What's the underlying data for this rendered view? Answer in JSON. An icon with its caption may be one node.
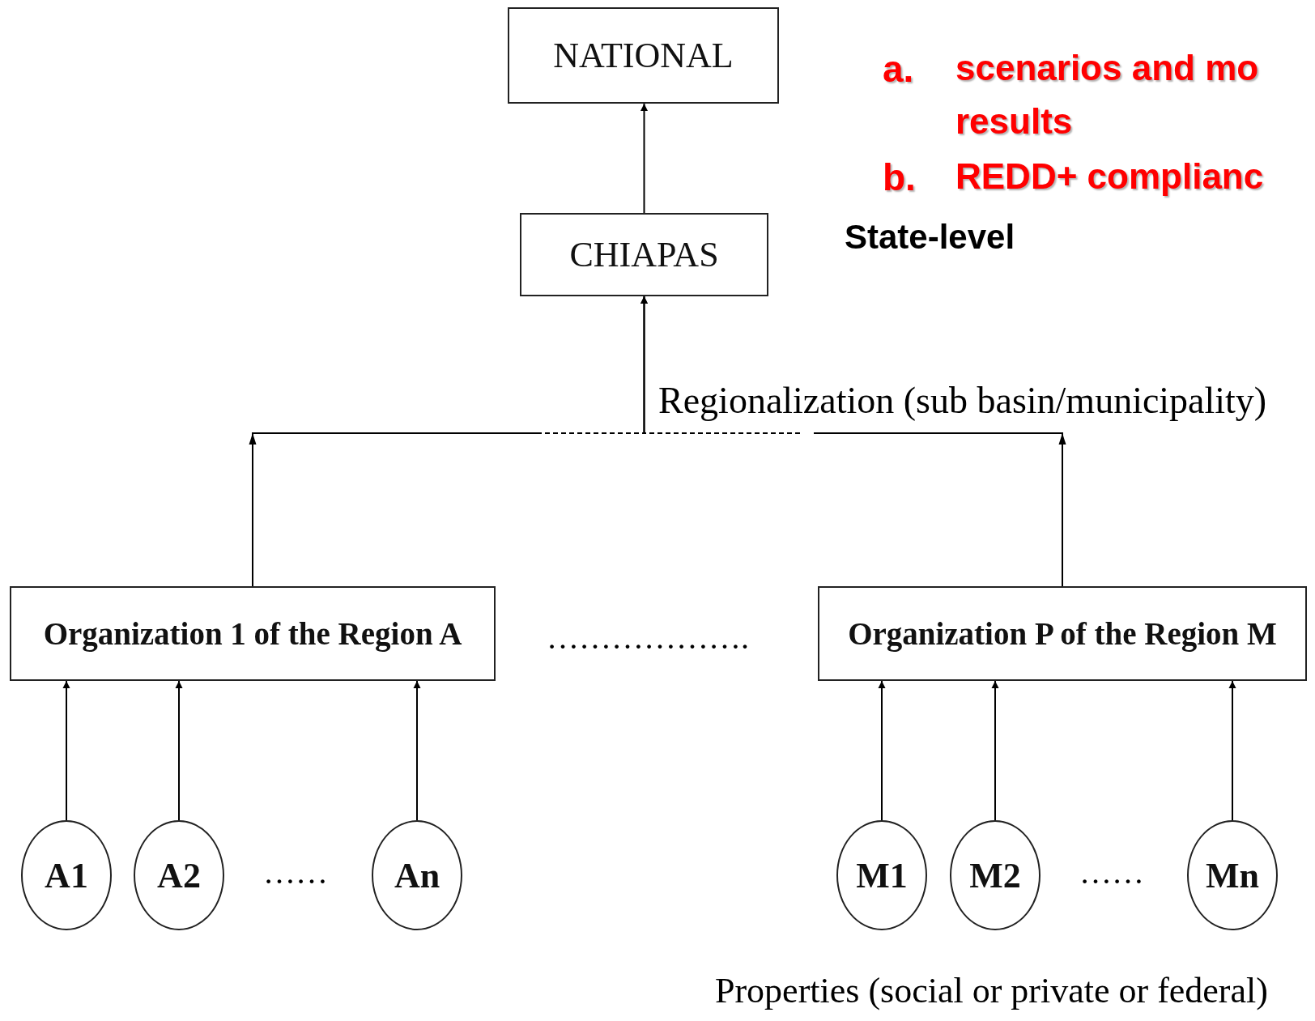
{
  "diagram": {
    "nodes": [
      {
        "text": [
          "NATIONAL"
        ]
      },
      {
        "text": [
          "CHIAPAS"
        ]
      },
      {
        "text": [
          "Organization 1 of the Region A"
        ]
      },
      {
        "text": [
          "Organization P of the Region M"
        ]
      },
      {
        "text": [
          "A1"
        ]
      },
      {
        "text": [
          "A2"
        ]
      },
      {
        "text": [
          "An"
        ]
      },
      {
        "text": [
          "M1"
        ]
      },
      {
        "text": [
          "M2"
        ]
      },
      {
        "text": [
          "Mn"
        ]
      }
    ],
    "edges": [
      {
        "from": 1,
        "to": 0,
        "arrow": "to"
      },
      {
        "from": 2,
        "to": 1,
        "arrow": "to",
        "style": "dashed"
      },
      {
        "from": 3,
        "to": 1,
        "arrow": "to",
        "style": "dashed"
      },
      {
        "from": 4,
        "to": 2,
        "arrow": "to"
      },
      {
        "from": 5,
        "to": 2,
        "arrow": "to"
      },
      {
        "from": 6,
        "to": 2,
        "arrow": "to"
      },
      {
        "from": 7,
        "to": 3,
        "arrow": "to"
      },
      {
        "from": 8,
        "to": 3,
        "arrow": "to"
      },
      {
        "from": 9,
        "to": 3,
        "arrow": "to"
      }
    ],
    "labels": [
      "a.",
      "scenarios and mo",
      "results",
      "b.",
      "REDD+ complianc",
      "State-level",
      "Regionalization (sub basin/municipality)",
      "……………….",
      "……",
      "……",
      "Properties (social or private or federal)"
    ]
  }
}
